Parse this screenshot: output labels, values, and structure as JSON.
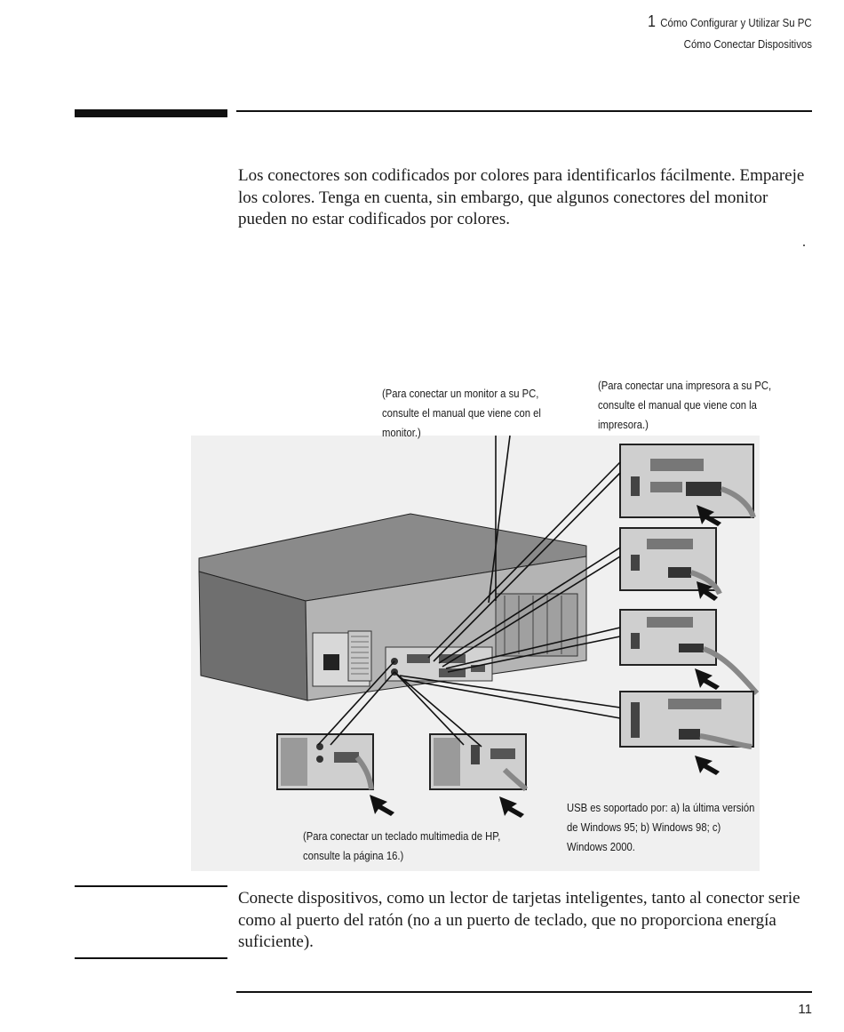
{
  "header": {
    "chapter_number": "1",
    "chapter_title": "Cómo Configurar y Utilizar Su PC",
    "section_title": "Cómo Conectar Dispositivos"
  },
  "body": {
    "paragraph_1": "Los conectores son codificados por colores para identificarlos fácilmente. Empareje los colores. Tenga en cuenta, sin embargo, que algunos conectores del monitor pueden no estar codificados por colores.",
    "stray_mark": ".",
    "paragraph_2": "Conecte dispositivos, como un lector de tarjetas inteligentes, tanto al conector serie como al puerto del ratón (no a un puerto de teclado, que no proporciona energía suficiente)."
  },
  "figure": {
    "caption_monitor": [
      "(Para conectar un monitor a su PC,",
      "consulte el manual que viene con el",
      "monitor.)"
    ],
    "caption_printer": [
      "(Para conectar una impresora a su PC,",
      "consulte el manual que viene con la",
      "impresora.)"
    ],
    "caption_keyboard": [
      "(Para conectar un teclado multimedia de HP,",
      "consulte la página 16.)"
    ],
    "caption_usb": [
      "USB es soportado por: a) la última versión",
      "de Windows 95; b) Windows 98; c)",
      "Windows 2000."
    ]
  },
  "footer": {
    "page_number": "11"
  }
}
